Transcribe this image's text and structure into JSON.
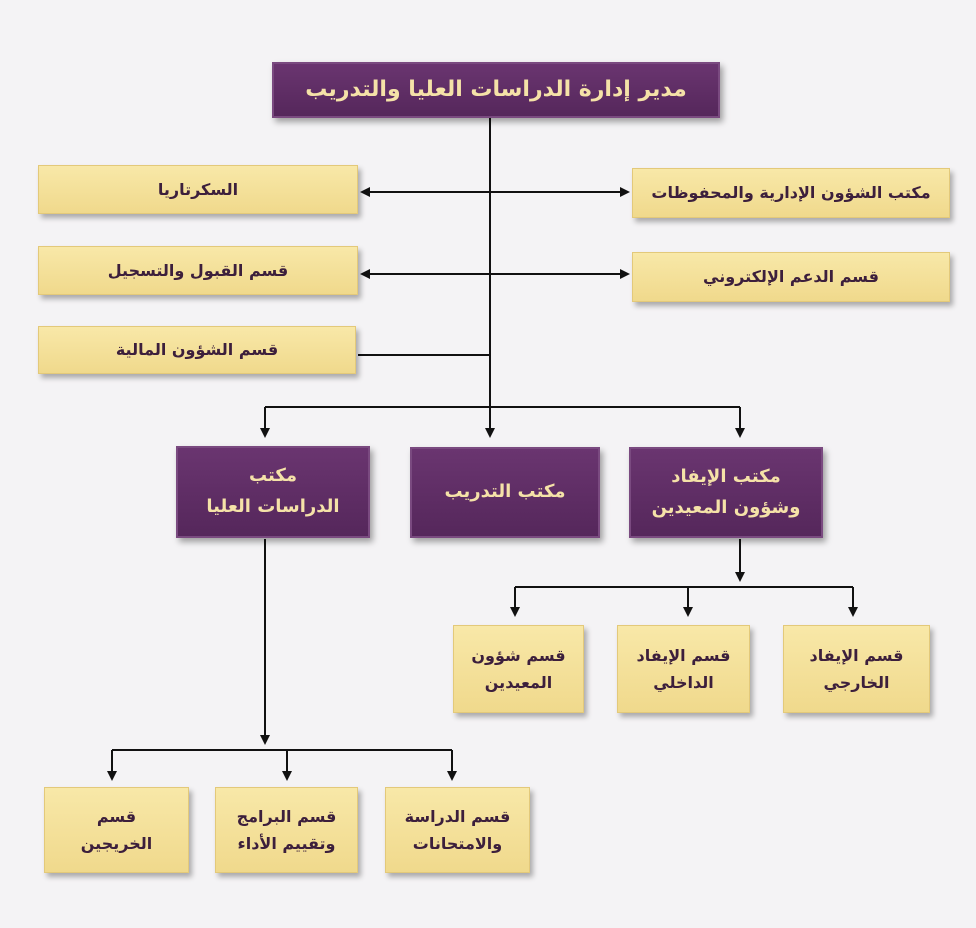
{
  "colors": {
    "purple": "#5a2a5e",
    "yellow": "#f3df98",
    "line": "#111111"
  },
  "director": "مدير إدارة الدراسات العليا والتدريب",
  "staff_left": [
    "السكرتاريا",
    "قسم القبول والتسجيل",
    "قسم الشؤون المالية"
  ],
  "staff_right": [
    "مكتب الشؤون الإدارية والمحفوظات",
    "قسم الدعم الإلكتروني"
  ],
  "offices": {
    "graduate": "مكتب\nالدراسات العليا",
    "training": "مكتب التدريب",
    "scholarship": "مكتب الإيفاد\nوشؤون المعيدين"
  },
  "scholarship_depts": [
    "قسم الإيفاد\nالخارجي",
    "قسم الإيفاد\nالداخلي",
    "قسم شؤون\nالمعيدين"
  ],
  "graduate_depts": [
    "قسم الدراسة\nوالامتحانات",
    "قسم البرامج\nوتقييم الأداء",
    "قسم\nالخريجين"
  ]
}
